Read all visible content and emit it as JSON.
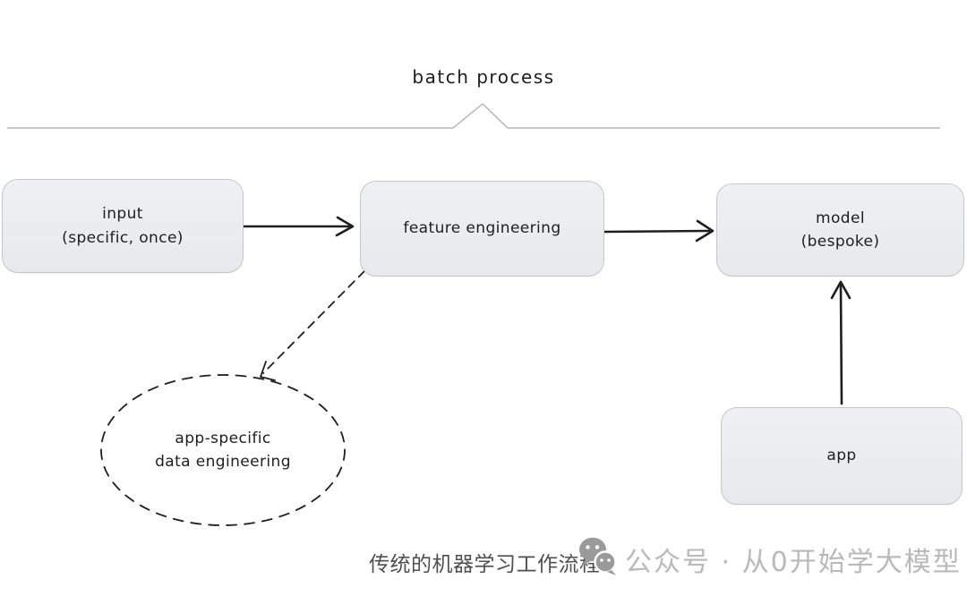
{
  "colors": {
    "node-fill": "#eaecf0",
    "node-border": "#c3c7cb",
    "stroke-dark": "#1e1e1e",
    "brace-line": "#b2b2b2",
    "caption-text": "#4f4f4f",
    "watermark-text": "#b9b9b9"
  },
  "header": {
    "batch_label": "batch process"
  },
  "nodes": {
    "input": {
      "label": "input\n(specific, once)"
    },
    "feature": {
      "label": "feature engineering"
    },
    "model": {
      "label": "model\n(bespoke)"
    },
    "app": {
      "label": "app"
    },
    "data_eng": {
      "label": "app-specific\ndata engineering"
    }
  },
  "edges": [
    {
      "from": "input",
      "to": "feature",
      "style": "solid"
    },
    {
      "from": "feature",
      "to": "model",
      "style": "solid"
    },
    {
      "from": "app",
      "to": "model",
      "style": "solid"
    },
    {
      "from": "feature",
      "to": "data_eng",
      "style": "dashed"
    }
  ],
  "footer": {
    "caption": "传统的机器学习工作流程",
    "watermark": "公众号 · 从0开始学大模型"
  },
  "icons": {
    "wechat": "wechat-icon"
  }
}
